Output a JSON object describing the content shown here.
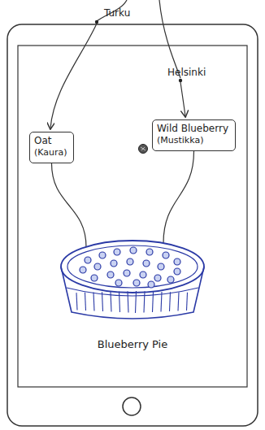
{
  "diagram": {
    "nodes": [
      {
        "text": [
          "Oat",
          "(Kaura)"
        ]
      },
      {
        "text": [
          "Wild Blueberry",
          "(Mustikka)"
        ]
      },
      {
        "text": [
          "Blueberry Pie"
        ]
      }
    ],
    "edges": [
      {
        "from": 0,
        "to": 2,
        "arrow": "none"
      },
      {
        "from": 1,
        "to": 2,
        "arrow": "none"
      }
    ],
    "labels": [
      "Turku",
      "Helsinki"
    ]
  }
}
